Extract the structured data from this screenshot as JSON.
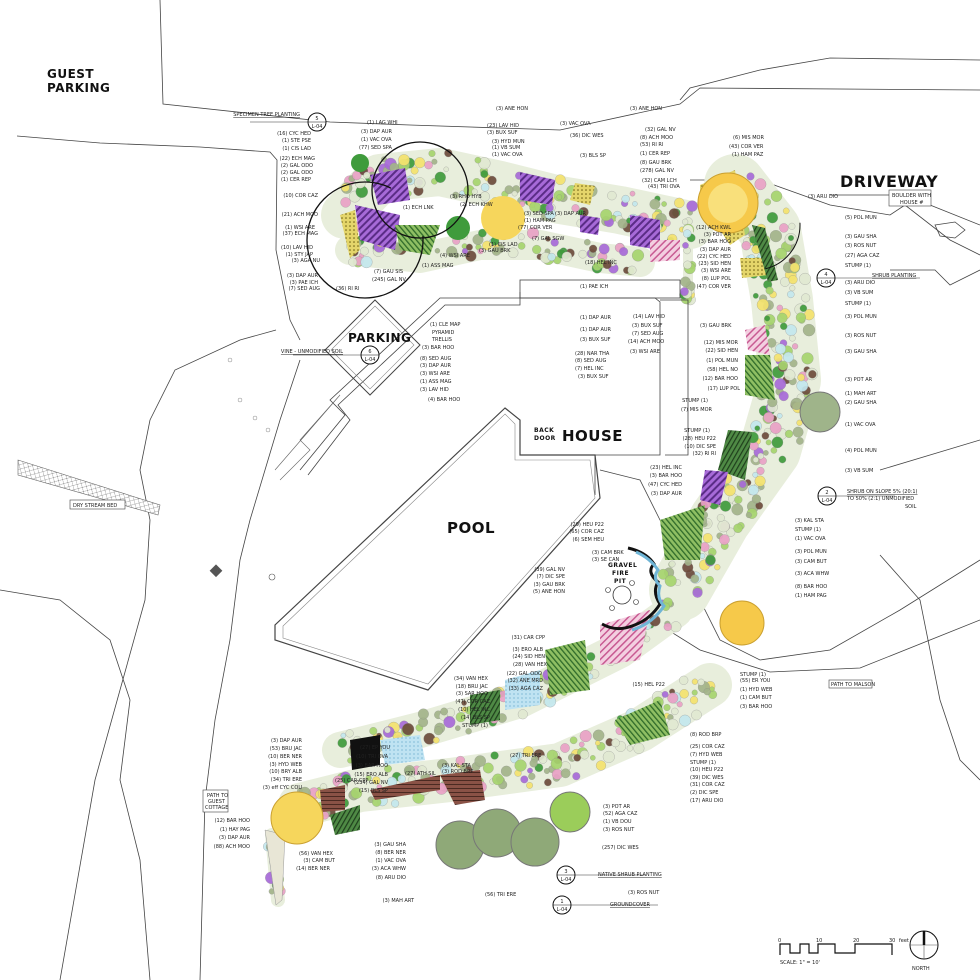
{
  "titles": {
    "guest_parking_1": "GUEST",
    "guest_parking_2": "PARKING",
    "driveway": "DRIVEWAY",
    "parking": "PARKING",
    "house": "HOUSE",
    "back_door_1": "BACK",
    "back_door_2": "DOOR",
    "pool": "POOL",
    "fire_pit_1": "GRAVEL",
    "fire_pit_2": "FIRE",
    "fire_pit_3": "PIT"
  },
  "boxes": {
    "dry_stream": "DRY STREAM BED",
    "boulder_1": "BOULDER WITH",
    "boulder_2": "HOUSE #",
    "path_malson": "PATH TO MALSON",
    "path_guest_1": "PATH TO",
    "path_guest_2": "GUEST",
    "path_guest_3": "COTTAGE"
  },
  "sections": [
    {
      "number": "5",
      "sheet": "L-04",
      "title": "SPECIMEN TREE PLANTING"
    },
    {
      "number": "6",
      "sheet": "L-04",
      "title": "VINE - UNMODIFIED SOIL"
    },
    {
      "number": "4",
      "sheet": "L-04",
      "title": "SHRUB PLANTING"
    },
    {
      "number": "2",
      "sheet": "L-04",
      "title": "SHRUB ON SLOPE 5% (20:1)",
      "title_2": "TO 50% (2:1)  UNMODIFIED",
      "title_3": "SOIL"
    },
    {
      "number": "3",
      "sheet": "L-04",
      "title": "NATIVE SHRUB PLANTING"
    },
    {
      "number": "1",
      "sheet": "L-04",
      "title": "GROUNDCOVER"
    }
  ],
  "scale": {
    "ticks": [
      "0",
      "10",
      "20",
      "30"
    ],
    "unit": "feet",
    "label": "SCALE: 1\" = 10'",
    "north": "NORTH"
  },
  "colors": {
    "dark_green": "#3f9b3c",
    "light_green": "#a6d46e",
    "pink": "#eaa1c6",
    "purple": "#a76ad8",
    "sage": "#a3b48a",
    "light_blue": "#c4e8ee",
    "yellow": "#f4e36e",
    "gold": "#f6c94a",
    "brown": "#6d4c3c",
    "pale": "#e1e9d2"
  },
  "callouts": [
    "(1) LAG WHI",
    "(3) DAP AUR",
    "(1) VAC OVA",
    "(77) SED SPA",
    "(16) CYC HED",
    "(1) STE PSE",
    "(1) CIS LAD",
    "(22) ECH MAG",
    "(2) GAL ODO",
    "(2) GAL ODO",
    "(1) CER REP",
    "(10) COR CAZ",
    "(21) ACH MOO",
    "(1) WSI ARE",
    "(37) ECH MAG",
    "(10) LAV HID",
    "(1) STY JAP",
    "(3) AGA NU",
    "(3) DAP AUR",
    "(3) PAE ICH",
    "(7) SED AUG",
    "(36) RI RI",
    "(7) GAU SIS",
    "(245) GAL NV",
    "(3) ANE HON",
    "(23) LAV HID",
    "(3) BUX SUF",
    "(3) HYD MUN",
    "(1) VB SUM",
    "(1) VAC OVA",
    "(3) VAC OVA",
    "(3) ANE HON",
    "(32) GAL NV",
    "(36) DIC WES",
    "(8) ACH MOO",
    "(53) RI RI",
    "(1) CER REP",
    "(3) BLS SP",
    "(8) GAU BRK",
    "(278) GAL NV",
    "(32) CAM LCH",
    "(43) TRI OVA",
    "(3) RHO HYB",
    "(2) ECH KHW",
    "(1) ECH LNK",
    "(3) SED SPA",
    "(3) DAP AUR",
    "(1) HAM PAG",
    "(77) COR VER",
    "(7) GAL SGW",
    "(1) CIS LAD",
    "(3) GAU BRK",
    "(4) WSI ARE",
    "(1) ASS MAG",
    "(18) HEL INC",
    "(1) PAE ICH",
    "(1) DAP AUR",
    "(1) DAP AUR",
    "(3) BUX SUF",
    "(28) NAR THA",
    "(8) SED AUG",
    "(7) HEL INC",
    "(3) BUX SUF",
    "(14) LAV HID",
    "(3) BUX SUF",
    "(7) SED AUG",
    "(14) ACH MOO",
    "(3) WSI ARE",
    "(1) CLE MAP",
    "PYRAMID",
    "TRELLIS",
    "(3) BAR HOO",
    "(8) SED AUG",
    "(3) DAP AUR",
    "(3) WSI ARE",
    "(1) ASS MAG",
    "(3) LAV HID",
    "(4) BAR HOO",
    "(6) MIS MOR",
    "(43) COR VER",
    "(1) HAM PAZ",
    "(3) ARU DIO",
    "(5) POL MUN",
    "(3) GAU SHA",
    "(3) ROS NUT",
    "(27) AGA CAZ",
    "STUMP (1)",
    "(3) ARU DIO",
    "(3) VB SUM",
    "STUMP (1)",
    "(3) POL MUN",
    "(3) ROS NUT",
    "(3) GAU SHA",
    "(3) POT AR",
    "(1) MAH ART",
    "(2) GAU SHA",
    "(1) VAC OVA",
    "(4) POL MUN",
    "(3) VB SUM",
    "(12) ACH KWL",
    "(3) POT AR",
    "(3) BAR HOO",
    "(3) DAP AUR",
    "(22) CYC HED",
    "(23) SID HEN",
    "(3) WSI ARE",
    "(8) LUP POL",
    "(47) COR VER",
    "(3) GAU BRK",
    "(12) MIS MOR",
    "(22) SID HEN",
    "(1) POL MUN",
    "(58) HEL NO",
    "(12) BAR HOO",
    "(17) LUP POL",
    "STUMP (1)",
    "(7) MIS MOR",
    "STUMP (1)",
    "(28) HEU P22",
    "(10) DIC SPE",
    "(32) RI RI",
    "(23) HEL INC",
    "(3) BAR HOO",
    "(47) CYC HED",
    "(3) DAP AUR",
    "(3) KAL STA",
    "STUMP (1)",
    "(1) VAC OVA",
    "(3) POL MUN",
    "(3) CAM BUT",
    "(3) ACA WHW",
    "(8) BAR HOO",
    "(1) HAM PAG",
    "STUMP (1)",
    "(55) ER YOU",
    "(1) HYD WEB",
    "(1) CAM BUT",
    "(3) BAR HOO",
    "(15) HEL P22",
    "(29) HEU P22",
    "(65) COR CAZ",
    "(6) SEM HEU",
    "(3) CAM BRK",
    "(3) SE CAN",
    "(39) GAL NV",
    "(7) DIC SPE",
    "(3) GAU BRK",
    "(5) ANE HON",
    "(31) CAR CPP",
    "(3) ERO ALB",
    "(24) SID HEN",
    "(28) VAN HEX",
    "(22) GAL ODO",
    "(32) ANE MRD",
    "(33) AGA CAZ",
    "(34) VAN HEX",
    "(18) BRU JAC",
    "(3) SAR HOO",
    "(47) COR CAZ",
    "(10) HEL INC",
    "(14) BLS SP",
    "STUMP (1)",
    "(27) EP YOU",
    "(10) TRI OVA",
    "(3) BAR HOO",
    "(15) ERO ALB",
    "(234) GAL NV",
    "(15) BLS SP",
    "(3) DAP AUR",
    "(53) BRU JAC",
    "(10) BER NER",
    "(3) HYD WEB",
    "(10) BRY ALB",
    "(34) TRI ERE",
    "(3) eff CYC COU",
    "(12) BAR HOO",
    "(1) HAY PAG",
    "(3) DAP AUR",
    "(88) ACH MOO",
    "(56) VAN HEX",
    "(3) CAM BUT",
    "(14) BER NER",
    "(3) GAU SHA",
    "(8) BER NER",
    "(1) VAC OVA",
    "(3) ACA WHW",
    "(8) ARU DIO",
    "(3) MAH ART",
    "(56) TRI ERE",
    "(3) ROS NUT",
    "(257) DIC WES",
    "(3) ROS NUT",
    "(3) POT AR",
    "(52) AGA CAZ",
    "(1) VB DOU",
    "(3) KAL STA",
    "(3) ROD BRP",
    "(27) ATH SIL",
    "(27) TRI ERE",
    "(25) CAR CPP",
    "(8) ROD BRP",
    "(25) COR CAZ",
    "(7) HYD WEB",
    "STUMP (1)",
    "(10) HEU P22",
    "(39) DIC WES",
    "(31) COR CAZ",
    "(2) DIC SPE",
    "(17) ARU DIO"
  ]
}
